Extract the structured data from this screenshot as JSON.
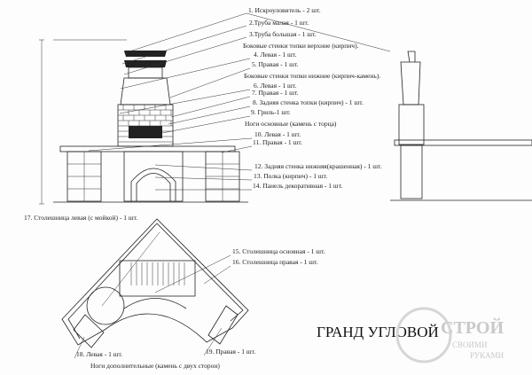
{
  "front_view": {
    "labels": [
      "1. Искроуловитель - 2 шт.",
      "2.Труба малая - 1 шт.",
      "3.Труба большая - 1 шт.",
      "Боковые стенки топки верхние (кирпич).",
      "4. Левая - 1 шт.",
      "5. Правая - 1 шт.",
      "Боковые стенки топки нижние (кирпич-камень).",
      "6. Левая - 1 шт.",
      "7. Правая - 1 шт.",
      "8. Задняя стенка топки (кирпич) - 1 шт.",
      "9. Гриль-1 шт.",
      "Ноги основные (камень с торца)",
      "10. Левая - 1 шт.",
      "11. Правая - 1 шт.",
      "12. Задняя стенка нижняя(крашенная) - 1 шт.",
      "13. Полка (кирпич) - 1 шт.",
      "14. Панель декоративная - 1 шт."
    ]
  },
  "plan_view": {
    "labels": {
      "l15": "15. Столешница основная - 1 шт.",
      "l16": "16. Столешница правая - 1 шт.",
      "l17": "17. Столешница левая (с мойкой) - 1 шт.",
      "l18": "18. Левая - 1 шт.",
      "l19": "19. Правая - 1 шт.",
      "legs_note": "Ноги дополнительные (камень с двух сторон)"
    }
  },
  "title": "ГРАНД УГЛОВОЙ",
  "logo": {
    "line1": "СТРОЙ",
    "line2": "СВОИМИ",
    "line3": "РУКАМИ"
  }
}
